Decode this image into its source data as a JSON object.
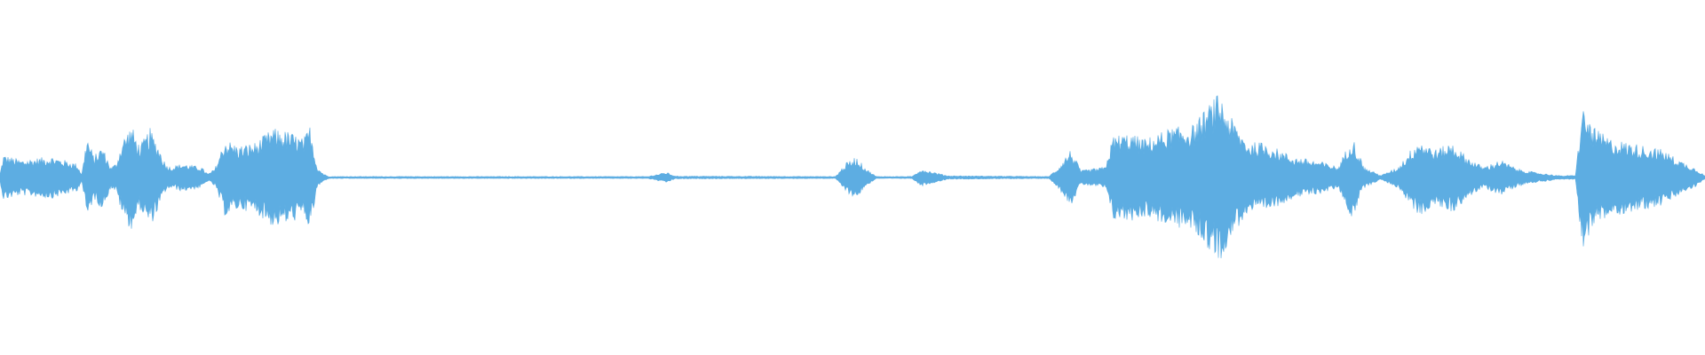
{
  "waveform": {
    "color": "#5DADE2",
    "background": "#FFFFFF",
    "envelope_points": [
      [
        0.0,
        0.02
      ],
      [
        0.002,
        0.13
      ],
      [
        0.012,
        0.1
      ],
      [
        0.03,
        0.12
      ],
      [
        0.045,
        0.08
      ],
      [
        0.048,
        0.02
      ],
      [
        0.051,
        0.24
      ],
      [
        0.055,
        0.12
      ],
      [
        0.06,
        0.18
      ],
      [
        0.065,
        0.06
      ],
      [
        0.068,
        0.08
      ],
      [
        0.072,
        0.22
      ],
      [
        0.077,
        0.3
      ],
      [
        0.082,
        0.18
      ],
      [
        0.088,
        0.28
      ],
      [
        0.093,
        0.18
      ],
      [
        0.097,
        0.08
      ],
      [
        0.1,
        0.06
      ],
      [
        0.107,
        0.08
      ],
      [
        0.112,
        0.07
      ],
      [
        0.118,
        0.06
      ],
      [
        0.122,
        0.02
      ],
      [
        0.126,
        0.05
      ],
      [
        0.132,
        0.22
      ],
      [
        0.14,
        0.18
      ],
      [
        0.15,
        0.2
      ],
      [
        0.16,
        0.28
      ],
      [
        0.17,
        0.26
      ],
      [
        0.178,
        0.22
      ],
      [
        0.182,
        0.3
      ],
      [
        0.186,
        0.06
      ],
      [
        0.19,
        0.02
      ],
      [
        0.193,
        0.006
      ],
      [
        0.38,
        0.006
      ],
      [
        0.391,
        0.03
      ],
      [
        0.396,
        0.008
      ],
      [
        0.49,
        0.006
      ],
      [
        0.496,
        0.08
      ],
      [
        0.502,
        0.12
      ],
      [
        0.508,
        0.05
      ],
      [
        0.514,
        0.006
      ],
      [
        0.535,
        0.006
      ],
      [
        0.54,
        0.05
      ],
      [
        0.548,
        0.03
      ],
      [
        0.556,
        0.01
      ],
      [
        0.615,
        0.006
      ],
      [
        0.62,
        0.05
      ],
      [
        0.628,
        0.16
      ],
      [
        0.634,
        0.04
      ],
      [
        0.648,
        0.06
      ],
      [
        0.653,
        0.24
      ],
      [
        0.662,
        0.25
      ],
      [
        0.672,
        0.22
      ],
      [
        0.686,
        0.28
      ],
      [
        0.7,
        0.3
      ],
      [
        0.708,
        0.4
      ],
      [
        0.715,
        0.48
      ],
      [
        0.722,
        0.34
      ],
      [
        0.732,
        0.2
      ],
      [
        0.742,
        0.2
      ],
      [
        0.758,
        0.12
      ],
      [
        0.775,
        0.09
      ],
      [
        0.785,
        0.06
      ],
      [
        0.793,
        0.24
      ],
      [
        0.8,
        0.06
      ],
      [
        0.81,
        0.012
      ],
      [
        0.82,
        0.06
      ],
      [
        0.832,
        0.22
      ],
      [
        0.842,
        0.16
      ],
      [
        0.852,
        0.2
      ],
      [
        0.86,
        0.12
      ],
      [
        0.87,
        0.06
      ],
      [
        0.88,
        0.1
      ],
      [
        0.89,
        0.05
      ],
      [
        0.9,
        0.03
      ],
      [
        0.915,
        0.01
      ],
      [
        0.924,
        0.012
      ],
      [
        0.928,
        0.4
      ],
      [
        0.935,
        0.28
      ],
      [
        0.945,
        0.22
      ],
      [
        0.955,
        0.2
      ],
      [
        0.965,
        0.18
      ],
      [
        0.975,
        0.16
      ],
      [
        0.985,
        0.1
      ],
      [
        0.995,
        0.05
      ],
      [
        1.0,
        0.01
      ]
    ]
  }
}
